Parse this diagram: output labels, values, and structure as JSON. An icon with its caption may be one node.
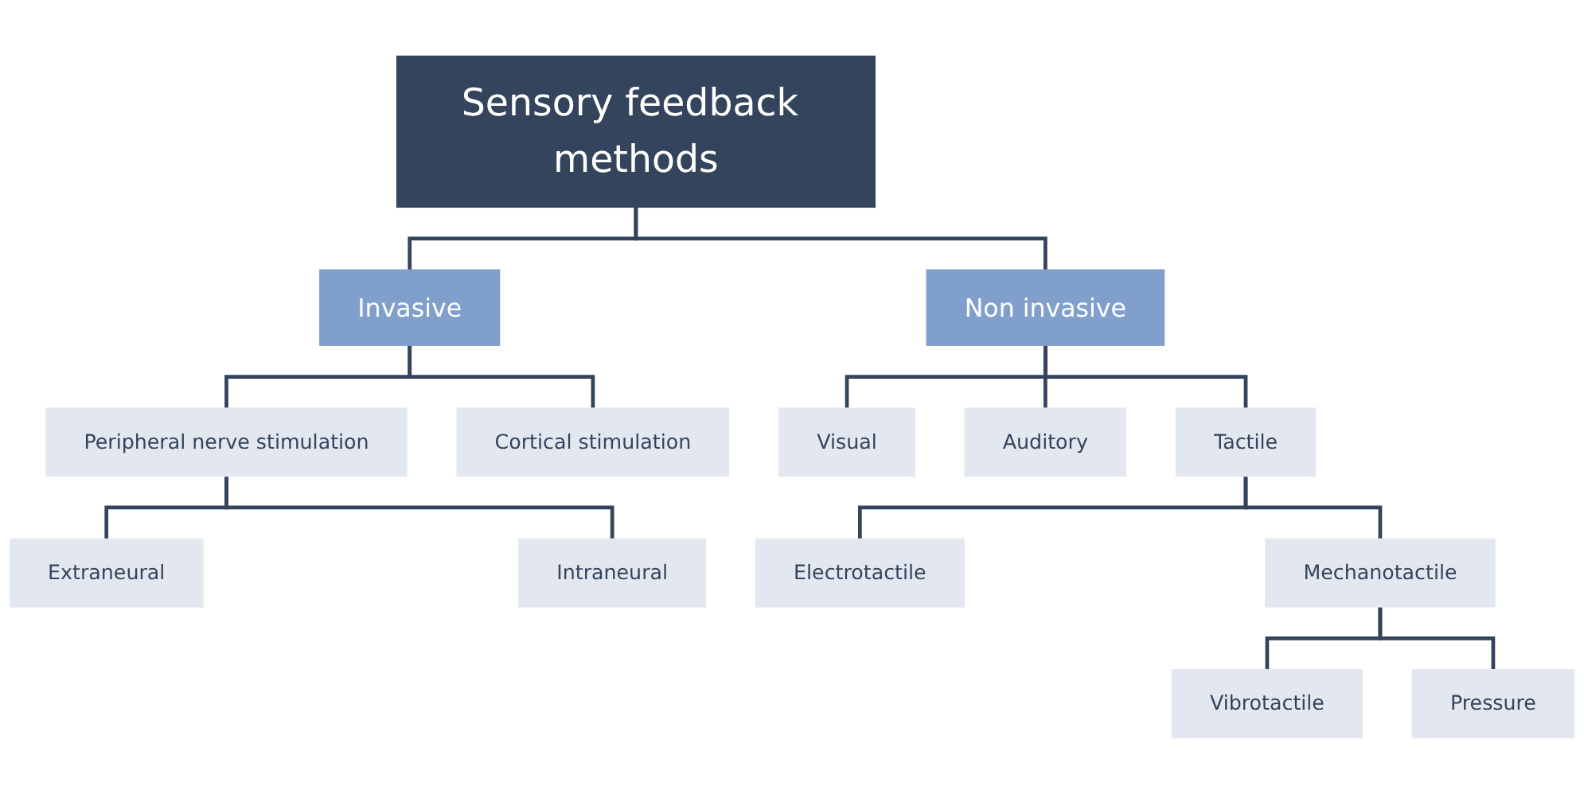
{
  "diagram": {
    "nodes": [
      {
        "text": [
          "Sensory feedback methods"
        ]
      },
      {
        "text": [
          "Invasive"
        ]
      },
      {
        "text": [
          "Non invasive"
        ]
      },
      {
        "text": [
          "Peripheral nerve stimulation"
        ]
      },
      {
        "text": [
          "Cortical stimulation"
        ]
      },
      {
        "text": [
          "Extraneural"
        ]
      },
      {
        "text": [
          "Intraneural"
        ]
      },
      {
        "text": [
          "Visual"
        ]
      },
      {
        "text": [
          "Auditory"
        ]
      },
      {
        "text": [
          "Tactile"
        ]
      },
      {
        "text": [
          "Electrotactile"
        ]
      },
      {
        "text": [
          "Mechanotactile"
        ]
      },
      {
        "text": [
          "Vibrotactile"
        ]
      },
      {
        "text": [
          "Pressure"
        ]
      }
    ],
    "edges": [
      {
        "from": 0,
        "to": 1,
        "arrow": "none"
      },
      {
        "from": 0,
        "to": 2,
        "arrow": "none"
      },
      {
        "from": 1,
        "to": 3,
        "arrow": "none"
      },
      {
        "from": 1,
        "to": 4,
        "arrow": "none"
      },
      {
        "from": 3,
        "to": 5,
        "arrow": "none"
      },
      {
        "from": 3,
        "to": 6,
        "arrow": "none"
      },
      {
        "from": 2,
        "to": 7,
        "arrow": "none"
      },
      {
        "from": 2,
        "to": 8,
        "arrow": "none"
      },
      {
        "from": 2,
        "to": 9,
        "arrow": "none"
      },
      {
        "from": 9,
        "to": 10,
        "arrow": "none"
      },
      {
        "from": 9,
        "to": 11,
        "arrow": "none"
      },
      {
        "from": 11,
        "to": 12,
        "arrow": "none"
      },
      {
        "from": 11,
        "to": 13,
        "arrow": "none"
      }
    ]
  }
}
